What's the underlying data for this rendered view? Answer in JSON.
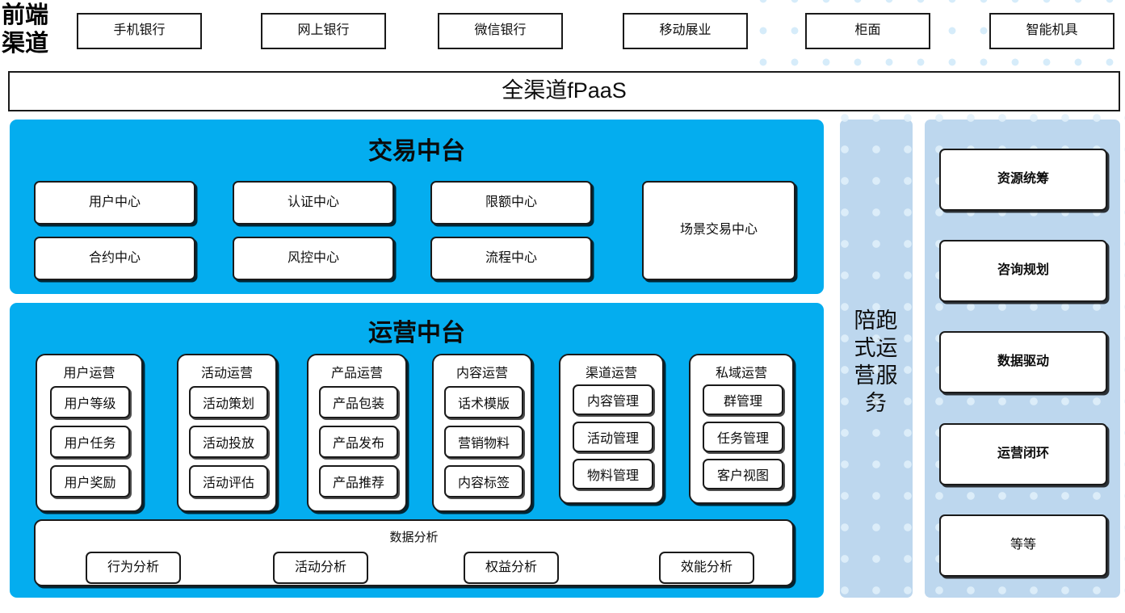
{
  "colors": {
    "accent_blue": "#04ADEF",
    "light_blue_panel": "#BDD7EE",
    "dot_blue": "#D6ECFA",
    "node_border": "#1A1A1A",
    "node_fill": "#FFFFFF"
  },
  "front_end": {
    "label": "前端\n渠道",
    "label_line1": "前端",
    "label_line2": "渠道",
    "channels": [
      {
        "label": "手机银行"
      },
      {
        "label": "网上银行"
      },
      {
        "label": "微信银行"
      },
      {
        "label": "移动展业"
      },
      {
        "label": "柜面"
      },
      {
        "label": "智能机具"
      }
    ]
  },
  "fpaas": {
    "label": "全渠道fPaaS"
  },
  "trade_center": {
    "title": "交易中台",
    "nodes": [
      {
        "label": "用户中心"
      },
      {
        "label": "认证中心"
      },
      {
        "label": "限额中心"
      },
      {
        "label": "合约中心"
      },
      {
        "label": "风控中心"
      },
      {
        "label": "流程中心"
      }
    ],
    "scene_node": {
      "label": "场景交易中心"
    }
  },
  "operation_center": {
    "title": "运营中台",
    "columns": [
      {
        "title": "用户运营",
        "items": [
          {
            "label": "用户等级"
          },
          {
            "label": "用户任务"
          },
          {
            "label": "用户奖励"
          }
        ]
      },
      {
        "title": "活动运营",
        "items": [
          {
            "label": "活动策划"
          },
          {
            "label": "活动投放"
          },
          {
            "label": "活动评估"
          }
        ]
      },
      {
        "title": "产品运营",
        "items": [
          {
            "label": "产品包装"
          },
          {
            "label": "产品发布"
          },
          {
            "label": "产品推荐"
          }
        ]
      },
      {
        "title": "内容运营",
        "items": [
          {
            "label": "话术模版"
          },
          {
            "label": "营销物料"
          },
          {
            "label": "内容标签"
          }
        ]
      },
      {
        "title": "渠道运营",
        "items": [
          {
            "label": "内容管理"
          },
          {
            "label": "活动管理"
          },
          {
            "label": "物料管理"
          }
        ]
      },
      {
        "title": "私域运营",
        "items": [
          {
            "label": "群管理"
          },
          {
            "label": "任务管理"
          },
          {
            "label": "客户视图"
          }
        ]
      }
    ],
    "data_analysis": {
      "title": "数据分析",
      "items": [
        {
          "label": "行为分析"
        },
        {
          "label": "活动分析"
        },
        {
          "label": "权益分析"
        },
        {
          "label": "效能分析"
        }
      ]
    }
  },
  "service_column": {
    "label_chars": "陪跑式运营服务",
    "label_line1": "陪跑",
    "label_line2": "式运",
    "label_line3": "营服",
    "label_line4": "务"
  },
  "capabilities": {
    "items": [
      {
        "label": "资源统筹",
        "bold": true
      },
      {
        "label": "咨询规划",
        "bold": true
      },
      {
        "label": "数据驱动",
        "bold": true
      },
      {
        "label": "运营闭环",
        "bold": true
      },
      {
        "label": "等等",
        "bold": false
      }
    ]
  }
}
